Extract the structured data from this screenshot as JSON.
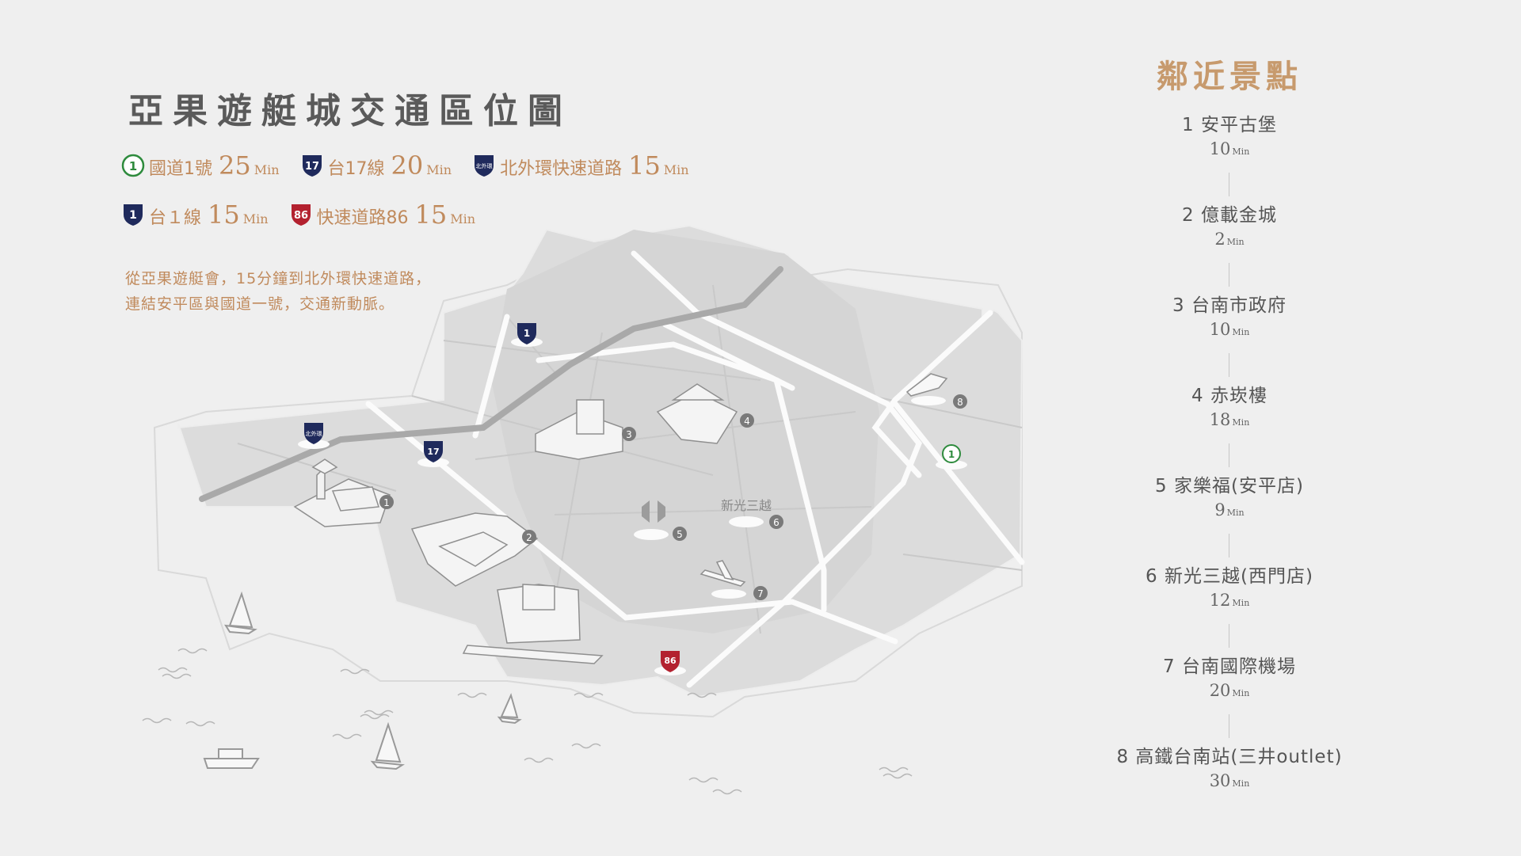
{
  "title": "亞果遊艇城交通區位圖",
  "routes": [
    {
      "shield": "1",
      "name": "國道1號",
      "minutes": "25",
      "unit": "Min"
    },
    {
      "shield": "17",
      "name": "台17線",
      "minutes": "20",
      "unit": "Min"
    },
    {
      "shield": "北外環",
      "name": "北外環快速道路",
      "minutes": "15",
      "unit": "Min"
    },
    {
      "shield": "1",
      "name": "台１線",
      "minutes": "15",
      "unit": "Min"
    },
    {
      "shield": "86",
      "name": "快速道路86",
      "minutes": "15",
      "unit": "Min"
    }
  ],
  "description": {
    "line1": "從亞果遊艇會，15分鐘到北外環快速道路，",
    "line2": "連結安平區與國道一號，交通新動脈。"
  },
  "map_labels": {
    "store_label": "新光三越",
    "markers": [
      "1",
      "2",
      "3",
      "4",
      "5",
      "6",
      "7",
      "8"
    ],
    "shield_labels": [
      "1",
      "17",
      "1",
      "86"
    ]
  },
  "sidebar": {
    "title": "鄰近景點",
    "spots": [
      {
        "name": "1 安平古堡",
        "time": "10",
        "unit": "Min"
      },
      {
        "name": "2 億載金城",
        "time": "2",
        "unit": "Min"
      },
      {
        "name": "3 台南市政府",
        "time": "10",
        "unit": "Min"
      },
      {
        "name": "4 赤崁樓",
        "time": "18",
        "unit": "Min"
      },
      {
        "name": "5 家樂福(安平店)",
        "time": "9",
        "unit": "Min"
      },
      {
        "name": "6 新光三越(西門店)",
        "time": "12",
        "unit": "Min"
      },
      {
        "name": "7 台南國際機場",
        "time": "20",
        "unit": "Min"
      },
      {
        "name": "8 高鐵台南站(三井outlet)",
        "time": "30",
        "unit": "Min"
      }
    ]
  },
  "colors": {
    "accent": "#c08a5c",
    "title_accent": "#c79a6d",
    "shield_navy": "#1f2a5c",
    "shield_green": "#2e8b3d",
    "shield_red": "#b3212f"
  }
}
